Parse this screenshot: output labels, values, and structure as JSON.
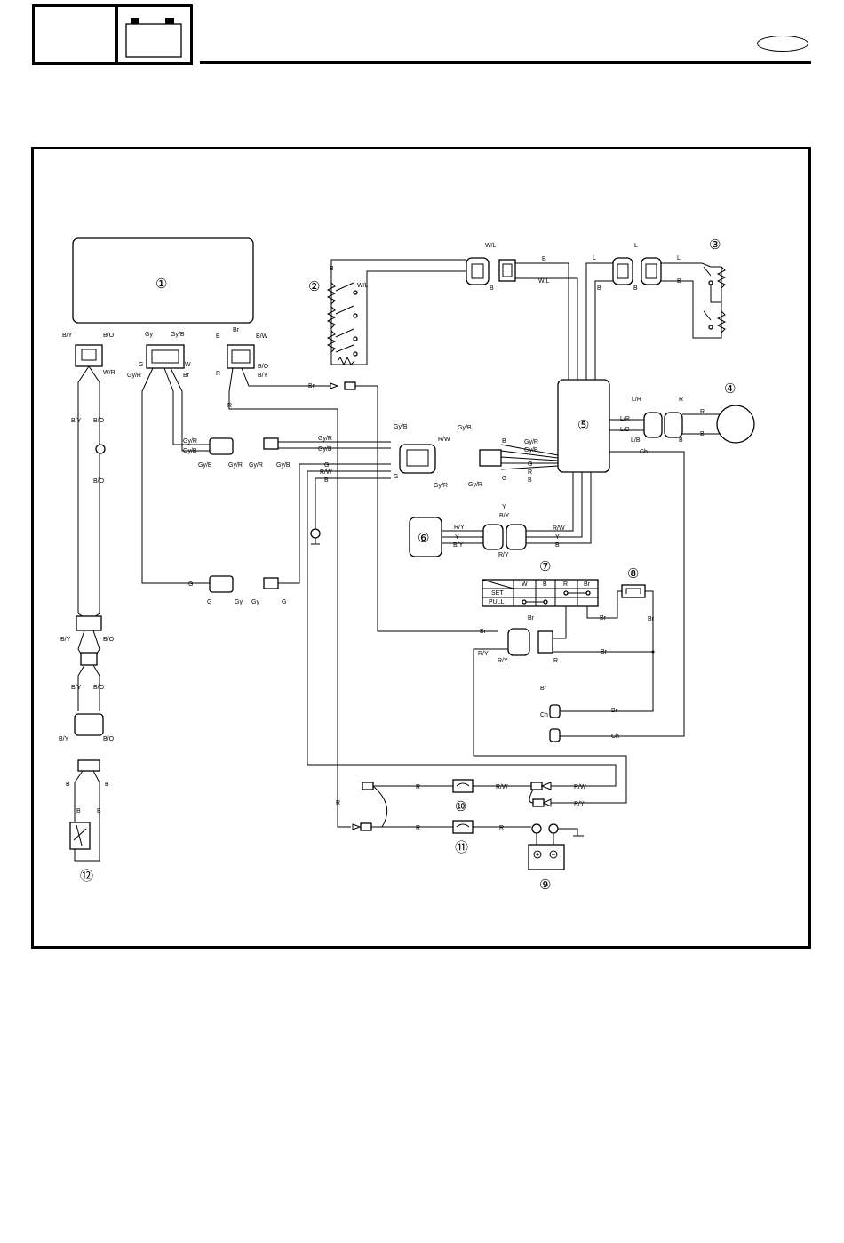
{
  "header": {
    "region_label": ""
  },
  "components": {
    "n1": "①",
    "n2": "②",
    "n3": "③",
    "n4": "④",
    "n5": "⑤",
    "n6": "⑥",
    "n7": "⑦",
    "n8": "⑧",
    "n9": "⑨",
    "n10": "⑩",
    "n11": "⑪",
    "n12": "⑫"
  },
  "switch_table": {
    "columns": [
      "W",
      "B",
      "R",
      "Br"
    ],
    "rows": [
      "SET",
      "PULL"
    ]
  },
  "wire_labels": {
    "B": "B",
    "BY": "B/Y",
    "BO": "B/O",
    "WR": "W/R",
    "Gy": "Gy",
    "GyB": "Gy/B",
    "G": "G",
    "W": "W",
    "GyR": "Gy/R",
    "Br": "Br",
    "BW": "B/W",
    "R": "R",
    "WL": "W/L",
    "L": "L",
    "LR": "L/R",
    "LB": "L/B",
    "RW": "R/W",
    "RY": "R/Y",
    "Y": "Y",
    "Ch": "Ch"
  },
  "colors": {
    "ink": "#000000",
    "paper": "#ffffff"
  }
}
